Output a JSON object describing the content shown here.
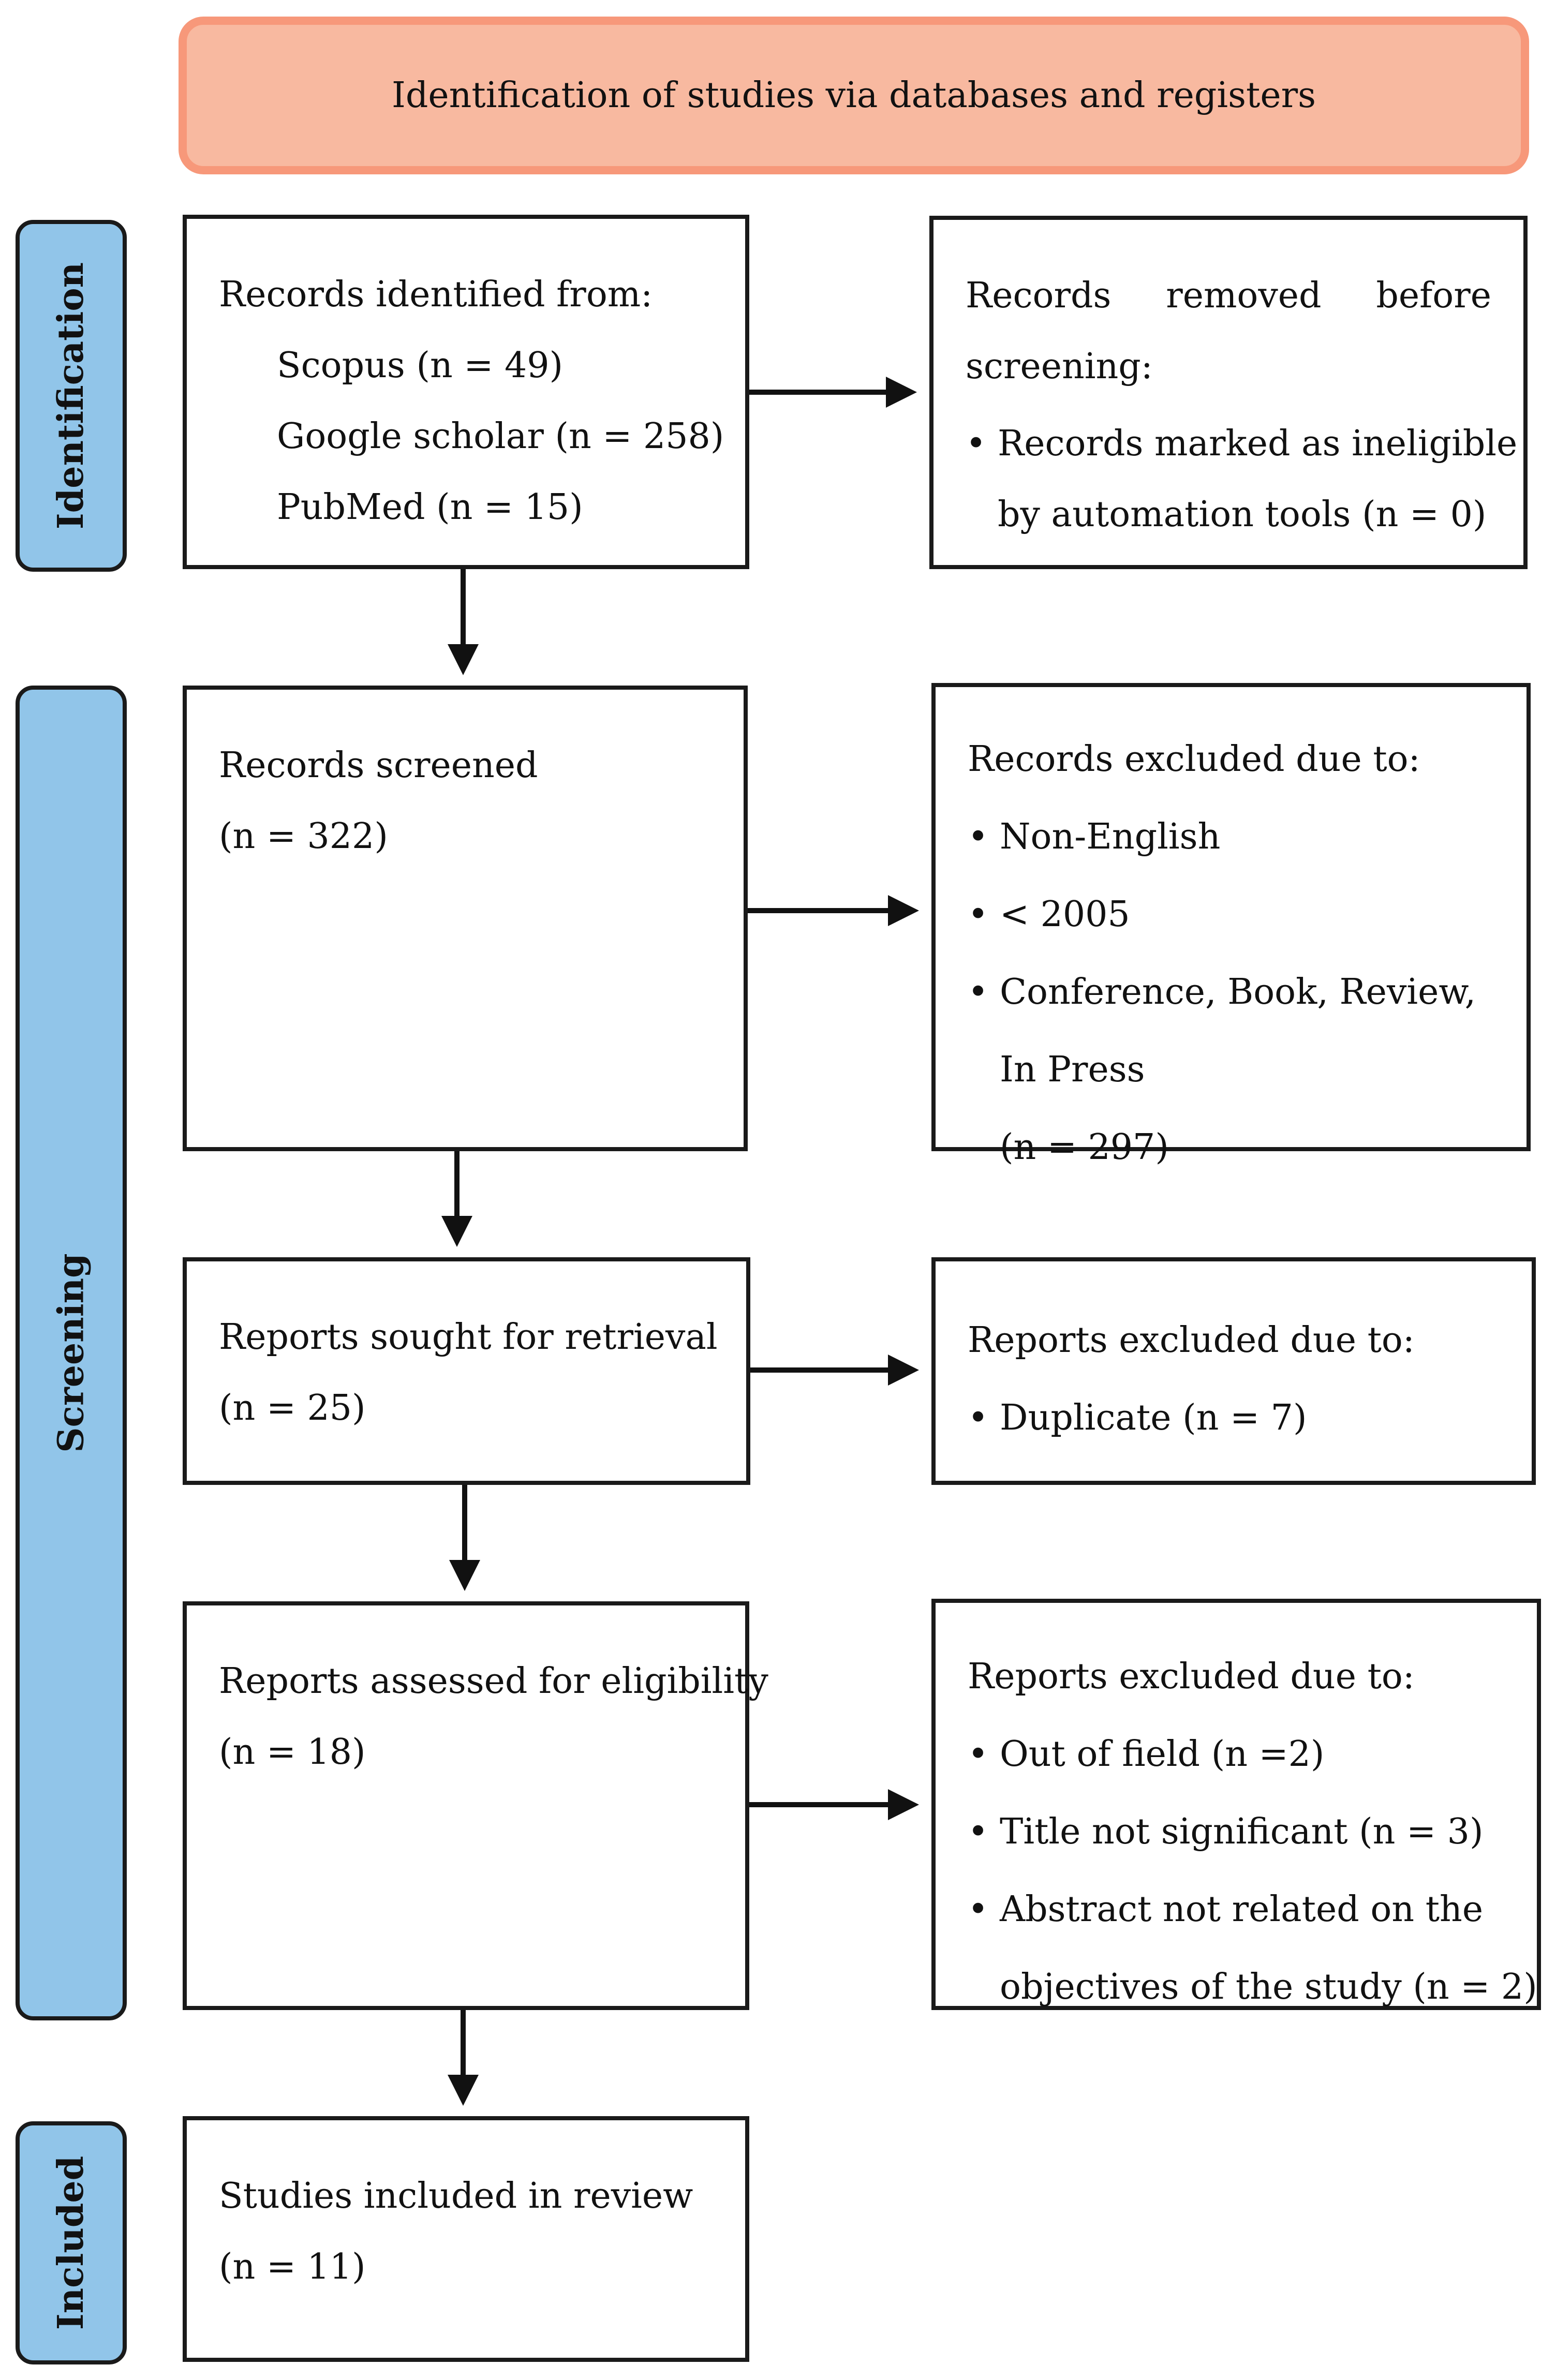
{
  "header": {
    "title": "Identification of studies via databases and registers"
  },
  "phases": {
    "identification": "Identification",
    "screening": "Screening",
    "included": "Included"
  },
  "boxes": {
    "records_identified": {
      "title": "Records identified from:",
      "sources": [
        "Scopus (n = 49)",
        "Google scholar (n = 258)",
        "PubMed (n = 15)"
      ]
    },
    "records_removed": {
      "title_words": [
        "Records",
        "removed",
        "before"
      ],
      "title_end": "screening:",
      "bullet_1": "Records marked as ineligible",
      "bullet_1_cont": "by automation tools (n = 0)"
    },
    "records_screened": {
      "title": "Records screened",
      "count": "(n = 322)"
    },
    "records_excluded": {
      "title": "Records excluded due to:",
      "bullets": [
        "Non-English",
        "< 2005",
        "Conference, Book, Review,"
      ],
      "bullet_3_cont": "In Press",
      "count": "(n = 297)"
    },
    "reports_sought": {
      "title": "Reports sought for retrieval",
      "count": "(n = 25)"
    },
    "reports_excluded_duplicate": {
      "title": "Reports excluded due to:",
      "bullets": [
        "Duplicate (n = 7)"
      ]
    },
    "reports_assessed": {
      "title": "Reports assessed for eligibility",
      "count": "(n = 18)"
    },
    "reports_excluded_eligibility": {
      "title": "Reports excluded due to:",
      "bullets": [
        "Out of field (n =2)",
        "Title not significant (n = 3)",
        "Abstract not related on the"
      ],
      "bullet_3_cont": "objectives of the study (n = 2)"
    },
    "studies_included": {
      "title": "Studies included in review",
      "count": "(n = 11)"
    }
  }
}
